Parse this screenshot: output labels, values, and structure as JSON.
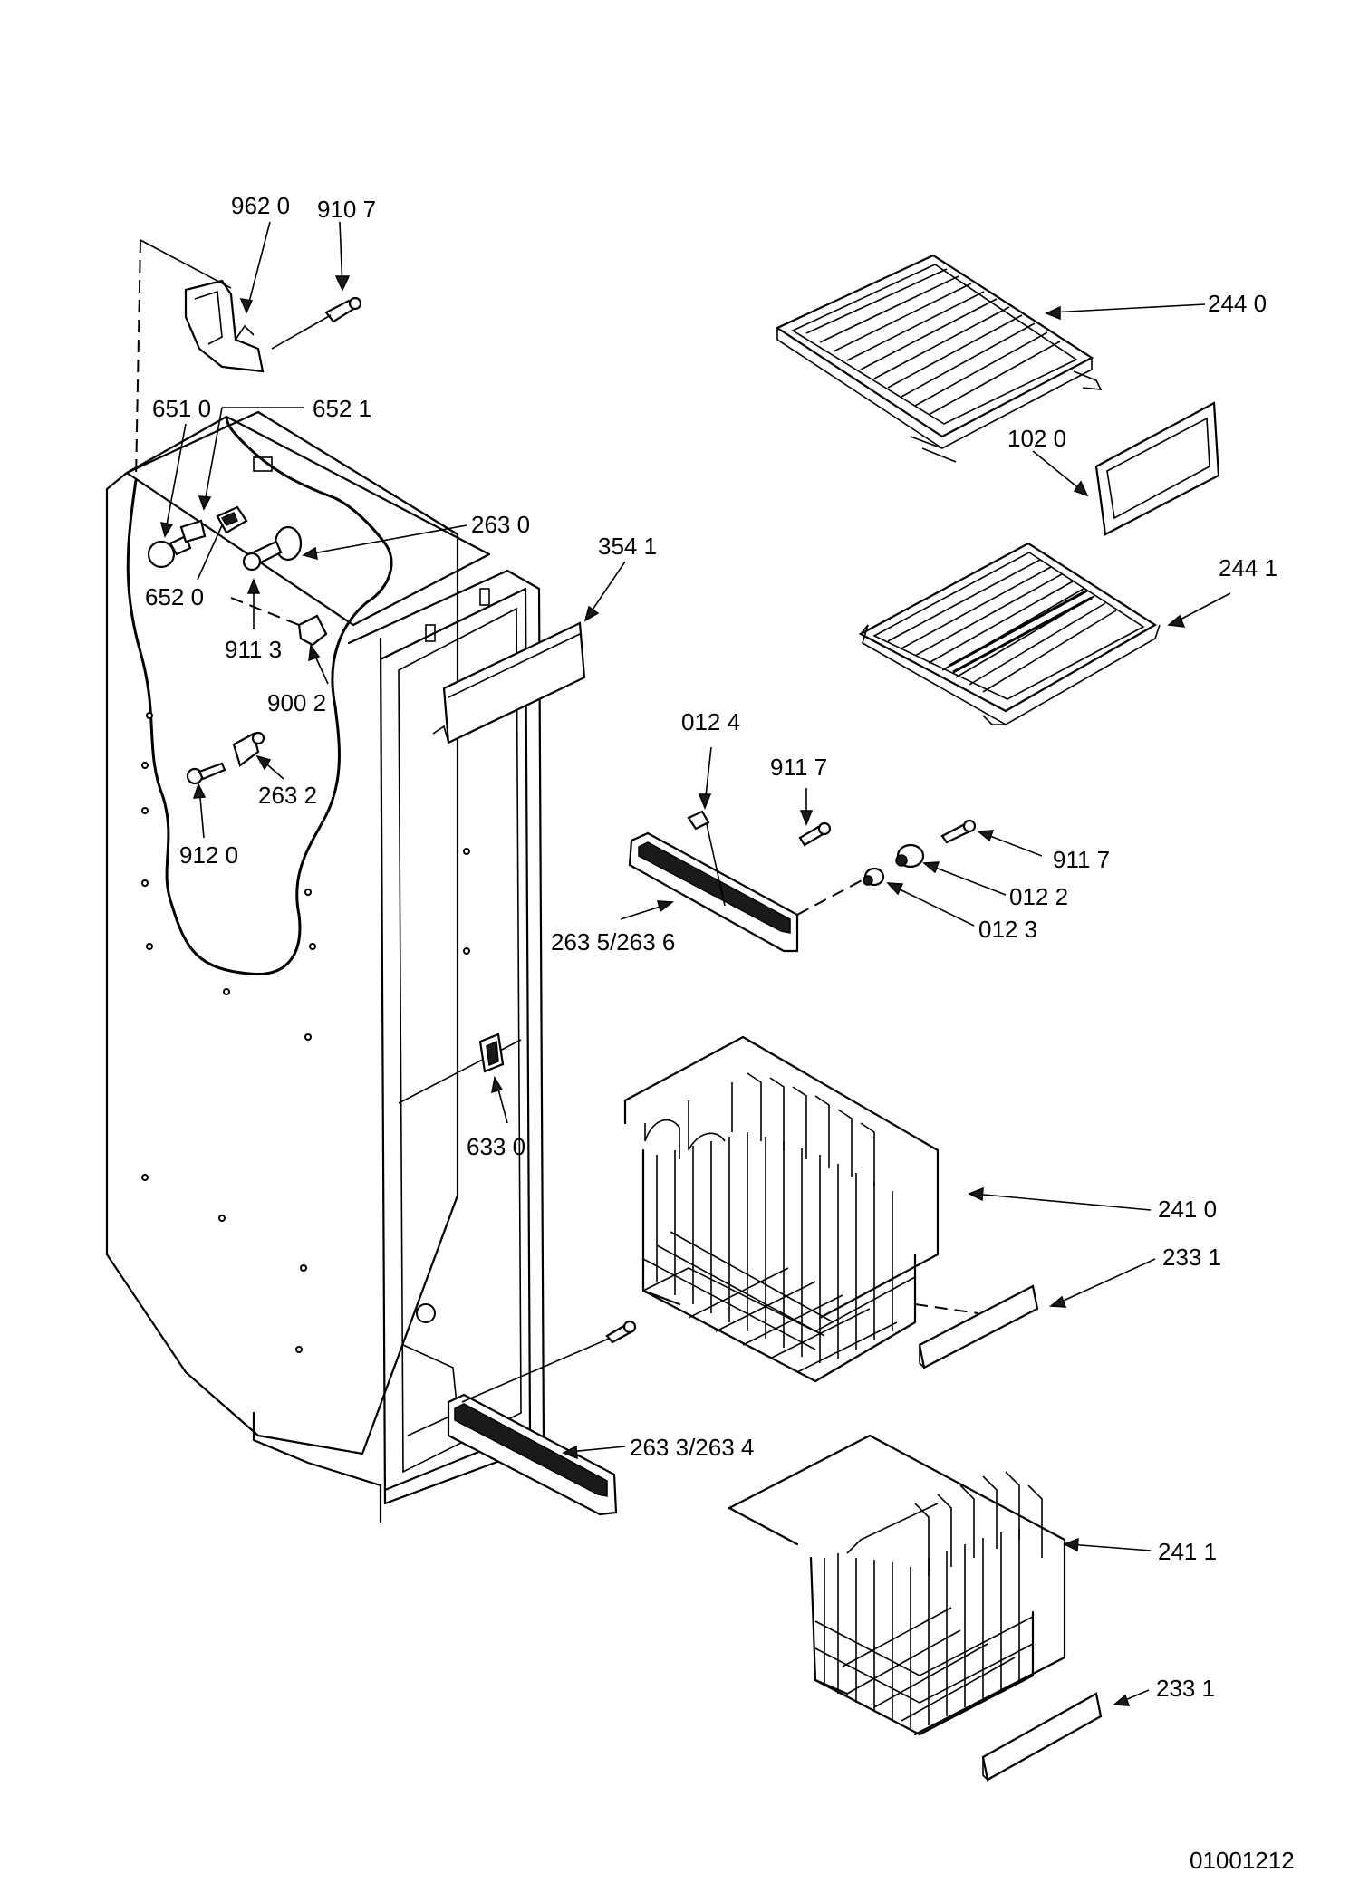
{
  "labels": {
    "l9620": "962 0",
    "l9107": "910 7",
    "l6510": "651 0",
    "l6521": "652 1",
    "l2630": "263 0",
    "l3541": "354 1",
    "l6520": "652 0",
    "l9113": "911 3",
    "l9002": "900 2",
    "l2632": "263 2",
    "l9120": "912 0",
    "l2440": "244 0",
    "l1020": "102 0",
    "l2441": "244 1",
    "l0124": "012 4",
    "l9117a": "911 7",
    "l9117b": "911 7",
    "l0122": "012 2",
    "l0123": "012 3",
    "l26356": "263 5/263 6",
    "l6330": "633 0",
    "l2410": "241 0",
    "l2331a": "233 1",
    "l26334": "263 3/263 4",
    "l2411": "241 1",
    "l2331b": "233 1"
  },
  "document_id": "01001212"
}
